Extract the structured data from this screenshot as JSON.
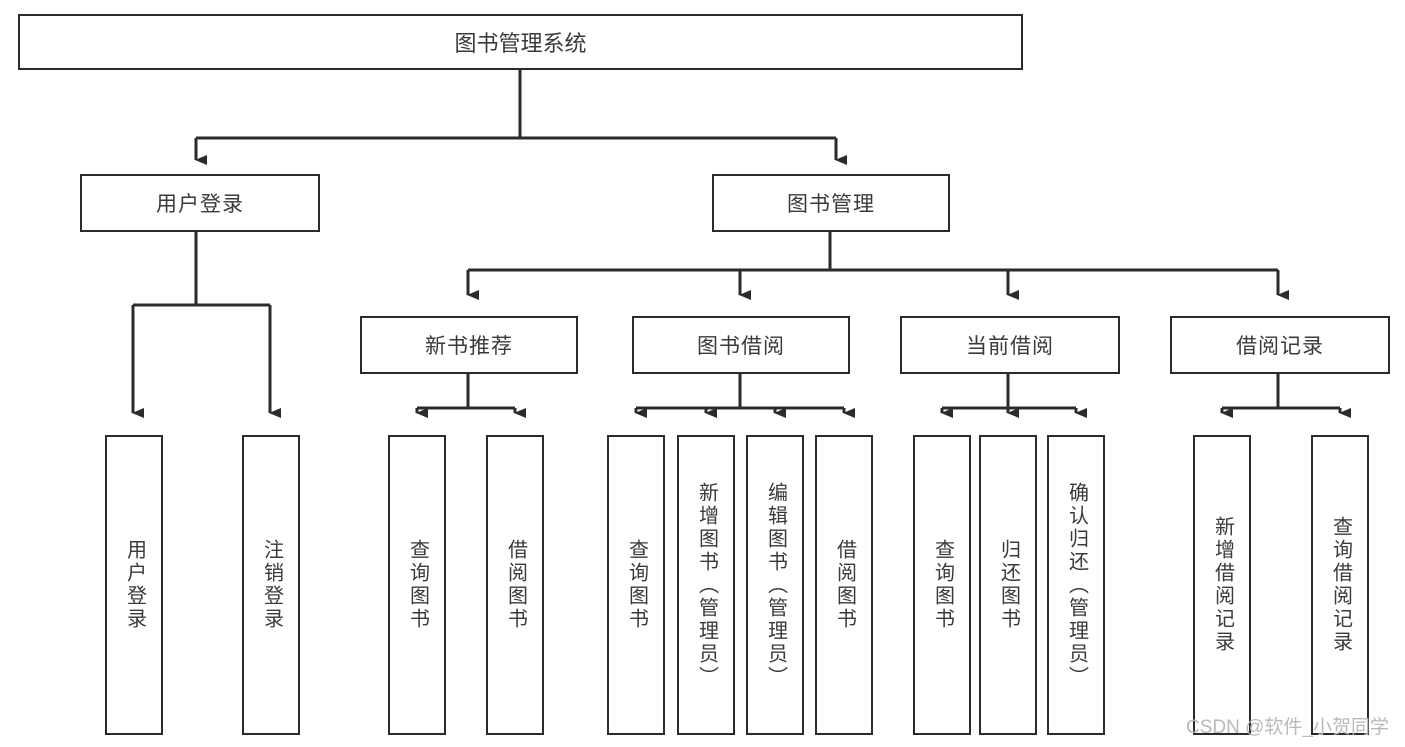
{
  "diagram": {
    "type": "tree",
    "title": "图书管理系统",
    "orientation": "top-down",
    "watermark": "CSDN @软件_小贺同学",
    "colors": {
      "background": "#ffffff",
      "box_fill": "#ffffff",
      "box_stroke": "#2b2b2b",
      "text": "#3a3a3a",
      "connector": "#2b2b2b",
      "watermark": "#b9b9b9"
    },
    "nodes": {
      "root": {
        "label": "图书管理系统",
        "level": 0
      },
      "level1": [
        {
          "id": "user_login",
          "label": "用户登录"
        },
        {
          "id": "book_manage",
          "label": "图书管理"
        }
      ],
      "level2": [
        {
          "id": "new_book_rec",
          "label": "新书推荐"
        },
        {
          "id": "book_borrow",
          "label": "图书借阅"
        },
        {
          "id": "current_borrow",
          "label": "当前借阅"
        },
        {
          "id": "borrow_record",
          "label": "借阅记录"
        }
      ],
      "leaves": {
        "user_login": [
          {
            "id": "leaf_user_login",
            "label": "用户登录"
          },
          {
            "id": "leaf_logout",
            "label": "注销登录"
          }
        ],
        "new_book_rec": [
          {
            "id": "leaf_query_book_1",
            "label": "查询图书"
          },
          {
            "id": "leaf_borrow_book_1",
            "label": "借阅图书"
          }
        ],
        "book_borrow": [
          {
            "id": "leaf_query_book_2",
            "label": "查询图书"
          },
          {
            "id": "leaf_add_book",
            "label": "新增图书（管理员）"
          },
          {
            "id": "leaf_edit_book",
            "label": "编辑图书（管理员）"
          },
          {
            "id": "leaf_borrow_book_2",
            "label": "借阅图书"
          }
        ],
        "current_borrow": [
          {
            "id": "leaf_query_book_3",
            "label": "查询图书"
          },
          {
            "id": "leaf_return_book",
            "label": "归还图书"
          },
          {
            "id": "leaf_confirm_return",
            "label": "确认归还（管理员）"
          }
        ],
        "borrow_record": [
          {
            "id": "leaf_add_record",
            "label": "新增借阅记录"
          },
          {
            "id": "leaf_query_record",
            "label": "查询借阅记录"
          }
        ]
      }
    }
  }
}
